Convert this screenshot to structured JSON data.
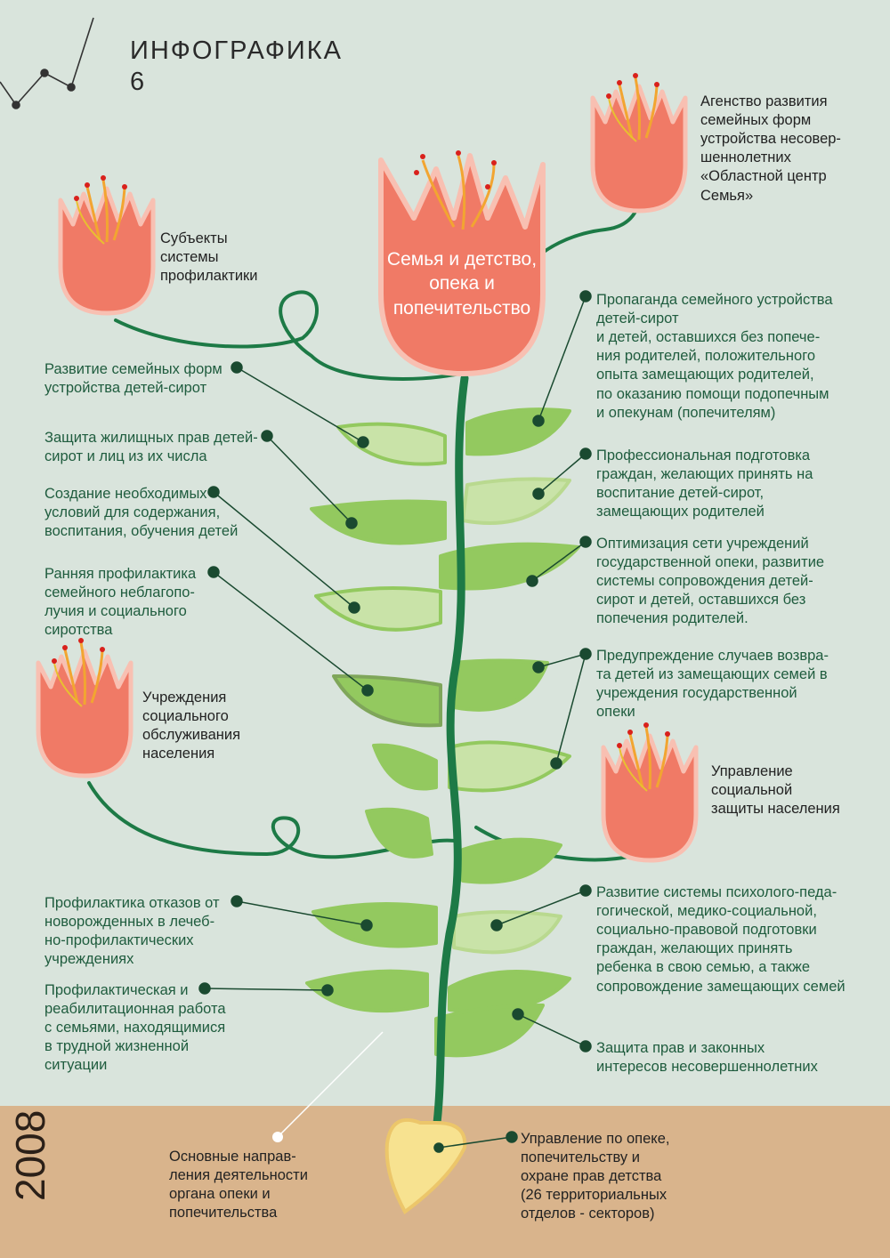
{
  "header": {
    "title": "ИНФОГРАФИКА",
    "number": "6"
  },
  "year": "2008",
  "center": {
    "lines": [
      "Семья и детство,",
      "опека и",
      "попечительство"
    ]
  },
  "subjects": {
    "agency": [
      "Агенство развития",
      "семейных форм",
      "устройства несовер-",
      "шеннолетних",
      "«Областной центр",
      "Семья»"
    ],
    "prevention": [
      "Субъекты",
      "системы",
      "профилактики"
    ],
    "social_service": [
      "Учреждения",
      "социального",
      "обслуживания",
      "населения"
    ],
    "social_protection": [
      "Управление",
      "социальной",
      "защиты населения"
    ],
    "guardianship": [
      "Управление по опеке,",
      "попечительству и",
      "охране прав детства",
      "(26 территориальных",
      "отделов - секторов)"
    ],
    "main_directions": [
      "Основные направ-",
      "ления деятельности",
      "органа опеки и",
      "попечительства"
    ]
  },
  "left_items": [
    [
      "Развитие семейных форм",
      "устройства детей-сирот"
    ],
    [
      "Защита жилищных прав детей-",
      "сирот и лиц  из их числа"
    ],
    [
      "Создание необходимых",
      "условий для содержания,",
      "воспитания, обучения детей"
    ],
    [
      "Ранняя профилактика",
      "семейного неблагопо-",
      "лучия и социального",
      "сиротства"
    ],
    [
      "Профилактика отказов от",
      "новорожденных в лечеб-",
      "но-профилактических",
      "учреждениях"
    ],
    [
      "Профилактическая и",
      "реабилитационная работа",
      "с семьями, находящимися",
      "в трудной жизненной",
      "ситуации"
    ]
  ],
  "right_items": [
    [
      "Пропаганда семейного устройства",
      "детей-сирот",
      "и детей, оставшихся без попече-",
      "ния родителей, положительного",
      "опыта замещающих родителей,",
      "по оказанию помощи подопечным",
      "и опекунам (попечителям)"
    ],
    [
      "Профессиональная подготовка",
      "граждан, желающих принять на",
      "воспитание детей-сирот,",
      "замещающих родителей"
    ],
    [
      "Оптимизация сети учреждений",
      "государственной опеки, развитие",
      "системы сопровождения детей-",
      "сирот и детей, оставшихся без",
      "попечения родителей."
    ],
    [
      "Предупреждение случаев возвра-",
      "та детей из замещающих семей в",
      "учреждения государственной",
      "опеки"
    ],
    [
      "Развитие системы психолого-педа-",
      "гогической, медико-социальной,",
      "социально-правовой подготовки",
      "граждан, желающих принять",
      "ребенка в свою семью, а также",
      "сопровождение замещающих семей"
    ],
    [
      "Защита прав и законных",
      "интересов несовершеннолетних"
    ]
  ],
  "colors": {
    "background": "#d9e4dc",
    "soil": "#d9b48c",
    "stem": "#1d7a46",
    "leaf_light": "#c9e3a8",
    "leaf_mid": "#93c95f",
    "leaf_dark": "#7fa65a",
    "tulip": "#f07a66",
    "tulip_outline": "#f8c0b2",
    "seed": "#f7e290",
    "text_green": "#1f5c3e"
  }
}
